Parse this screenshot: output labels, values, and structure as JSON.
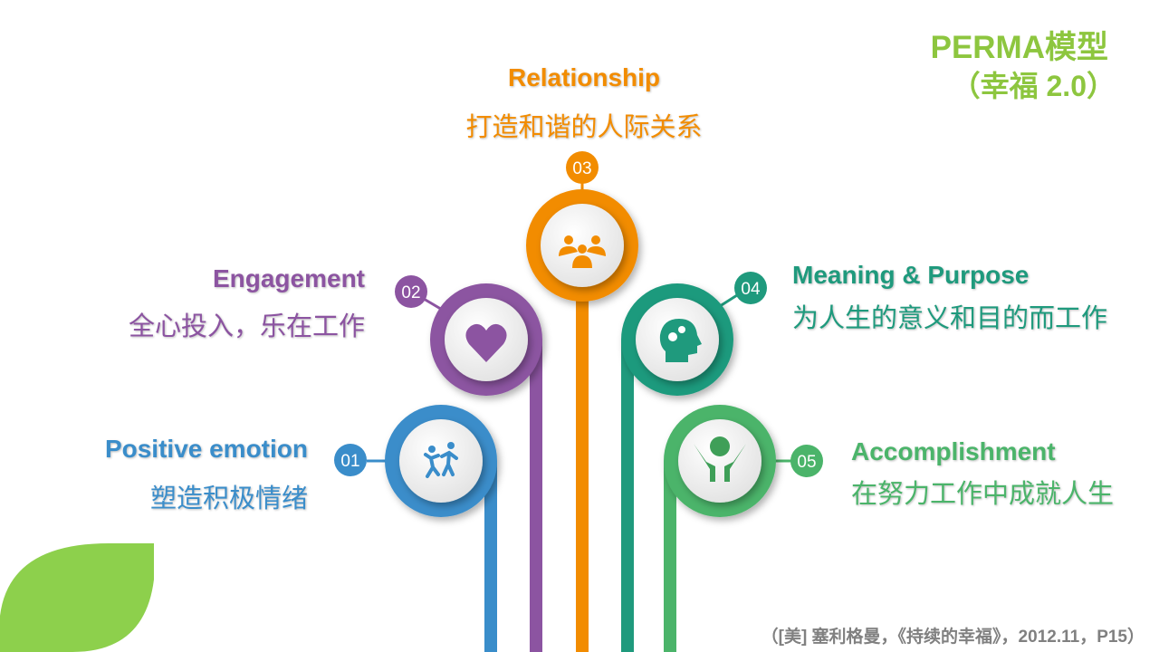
{
  "title": {
    "line1": "PERMA模型",
    "line2": "（幸福 2.0）",
    "color": "#8dc63f"
  },
  "items": [
    {
      "num": "01",
      "en": "Positive emotion",
      "zh": "塑造积极情绪",
      "color": "#3a8dca",
      "icon": "dancing-people-icon"
    },
    {
      "num": "02",
      "en": "Engagement",
      "zh": "全心投入，乐在工作",
      "color": "#8c54a1",
      "icon": "heart-icon"
    },
    {
      "num": "03",
      "en": "Relationship",
      "zh": "打造和谐的人际关系",
      "color": "#f28c00",
      "icon": "people-group-icon"
    },
    {
      "num": "04",
      "en": "Meaning & Purpose",
      "zh": "为人生的意义和目的而工作",
      "color": "#1f9a7d",
      "icon": "head-gears-icon"
    },
    {
      "num": "05",
      "en": "Accomplishment",
      "zh": "在努力工作中成就人生",
      "color": "#4bb46a",
      "icon": "hands-globe-icon"
    }
  ],
  "citation": "（[美] 塞利格曼，《持续的幸福》，2012.11，P15）"
}
